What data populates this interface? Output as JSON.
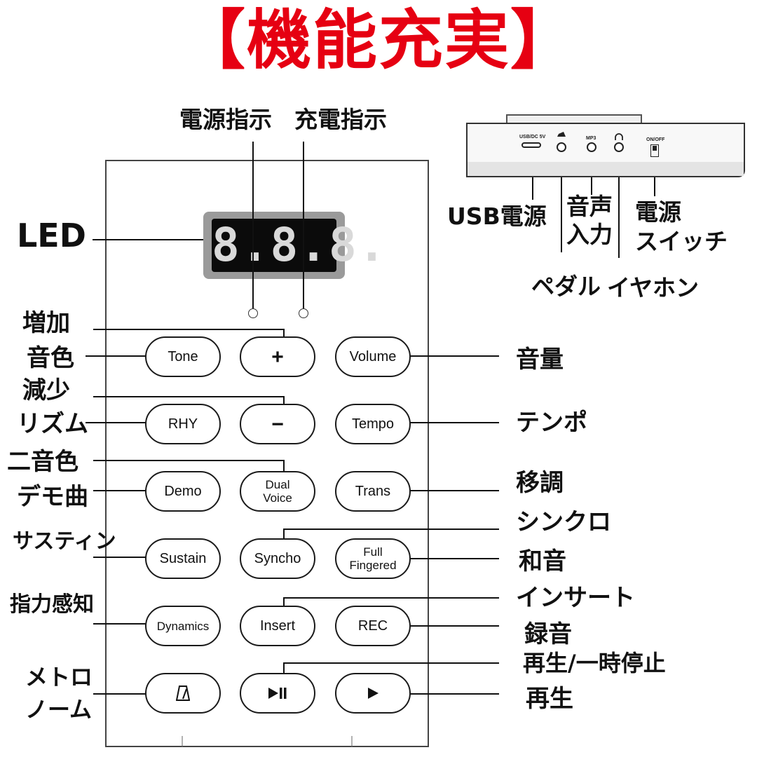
{
  "title": "【機能充実】",
  "colors": {
    "title": "#e60012",
    "text": "#111111",
    "line": "#111111",
    "led_bg": "#0b0b0b",
    "led_digit": "#d9d9d9"
  },
  "led_display": "8.8.8.",
  "indicators": {
    "power": "電源指示",
    "charge": "充電指示"
  },
  "left_labels": {
    "led": "LED",
    "increase": "増加",
    "tone": "音色",
    "decrease": "減少",
    "rhythm": "リズム",
    "dual_voice": "二音色",
    "demo": "デモ曲",
    "sustain": "サスティン",
    "dynamics": "指力感知",
    "metronome_line1": "メトロ",
    "metronome_line2": "ノーム"
  },
  "right_labels": {
    "volume": "音量",
    "tempo": "テンポ",
    "transpose": "移調",
    "syncho": "シンクロ",
    "chord": "和音",
    "insert": "インサート",
    "record": "録音",
    "play_pause": "再生/一時停止",
    "play": "再生"
  },
  "buttons": {
    "tone": "Tone",
    "plus": "+",
    "volume": "Volume",
    "rhy": "RHY",
    "minus": "−",
    "tempo": "Tempo",
    "demo": "Demo",
    "dual_voice_line1": "Dual",
    "dual_voice_line2": "Voice",
    "trans": "Trans",
    "sustain": "Sustain",
    "syncho": "Syncho",
    "full_fingered_line1": "Full",
    "full_fingered_line2": "Fingered",
    "dynamics": "Dynamics",
    "insert": "Insert",
    "rec": "REC",
    "metronome_icon": "metronome-icon",
    "play_pause_icon": "play-pause-icon",
    "play_icon": "play-icon"
  },
  "device": {
    "ports": {
      "usb": "USB/DC 5V",
      "mp3": "MP3",
      "switch": "ON/OFF"
    },
    "labels": {
      "usb_power": "USB電源",
      "audio_input_line1": "音声",
      "audio_input_line2": "入力",
      "power_switch_line1": "電源",
      "power_switch_line2": "スイッチ",
      "pedal": "ペダル",
      "earphone": "イヤホン"
    }
  }
}
